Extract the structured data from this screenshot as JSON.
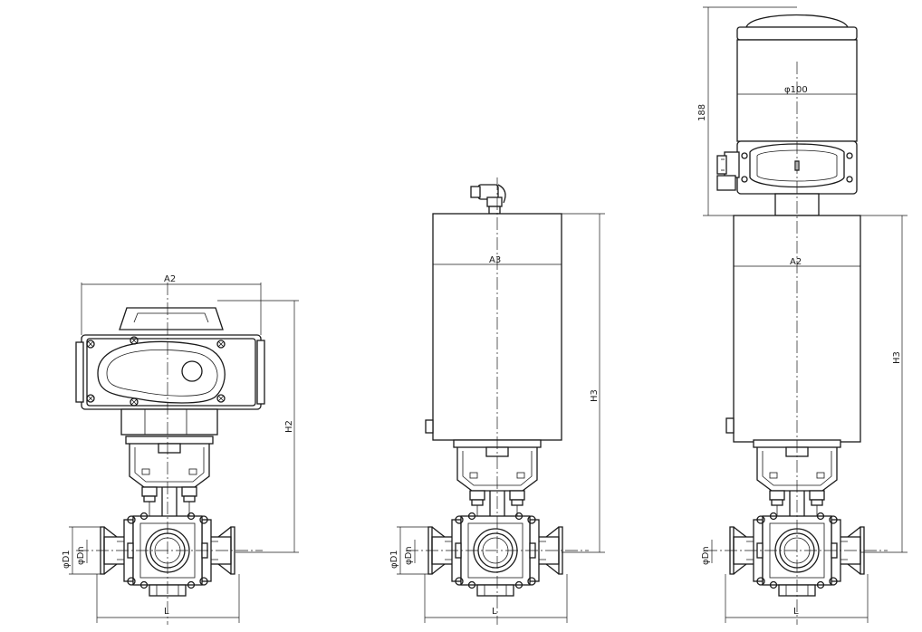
{
  "labels": {
    "a2_left": "A2",
    "h2": "H2",
    "l_left": "L",
    "d1_left": "φD1",
    "dn_left": "φDn",
    "a3": "A3",
    "h3_mid": "H3",
    "l_mid": "L",
    "d1_mid": "φD1",
    "dn_mid": "φDn",
    "d100": "φ100",
    "h188": "188",
    "a2_right": "A2",
    "h3_right": "H3",
    "l_right": "L",
    "dn_right": "φDn"
  }
}
